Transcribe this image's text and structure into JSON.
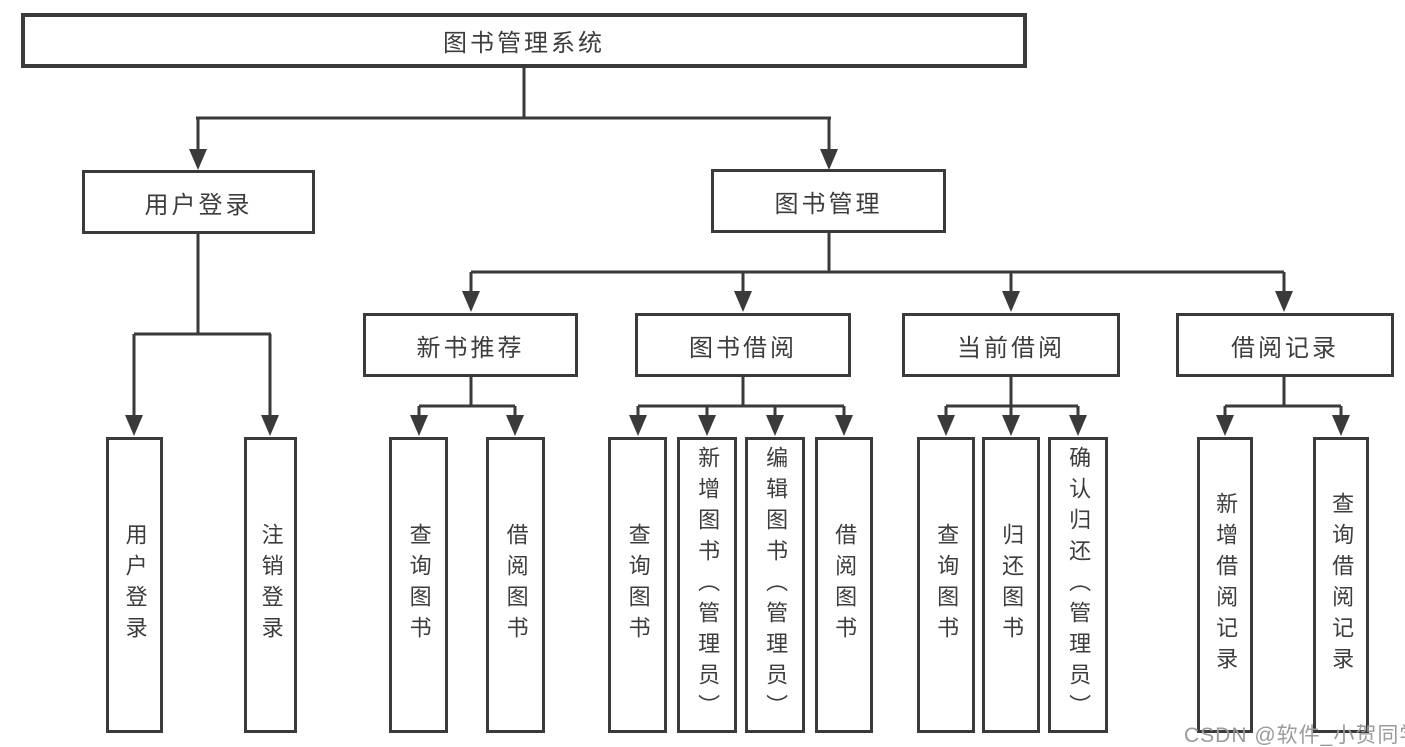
{
  "tree": {
    "root": {
      "label": "图书管理系统",
      "children": [
        {
          "label": "用户登录",
          "children": [
            {
              "label": "用户登录"
            },
            {
              "label": "注销登录"
            }
          ]
        },
        {
          "label": "图书管理",
          "children": [
            {
              "label": "新书推荐",
              "children": [
                {
                  "label": "查询图书"
                },
                {
                  "label": "借阅图书"
                }
              ]
            },
            {
              "label": "图书借阅",
              "children": [
                {
                  "label": "查询图书"
                },
                {
                  "label": "新增图书（管理员）"
                },
                {
                  "label": "编辑图书（管理员）"
                },
                {
                  "label": "借阅图书"
                }
              ]
            },
            {
              "label": "当前借阅",
              "children": [
                {
                  "label": "查询图书"
                },
                {
                  "label": "归还图书"
                },
                {
                  "label": "确认归还（管理员）"
                }
              ]
            },
            {
              "label": "借阅记录",
              "children": [
                {
                  "label": "新增借阅记录"
                },
                {
                  "label": "查询借阅记录"
                }
              ]
            }
          ]
        }
      ]
    }
  },
  "watermark": {
    "text": "CSDN @软件_小贺同学"
  },
  "colors": {
    "line": "#3a3a3a",
    "text": "#3d3d3d",
    "watermark": "#9b9b9b",
    "bg": "#ffffff"
  }
}
